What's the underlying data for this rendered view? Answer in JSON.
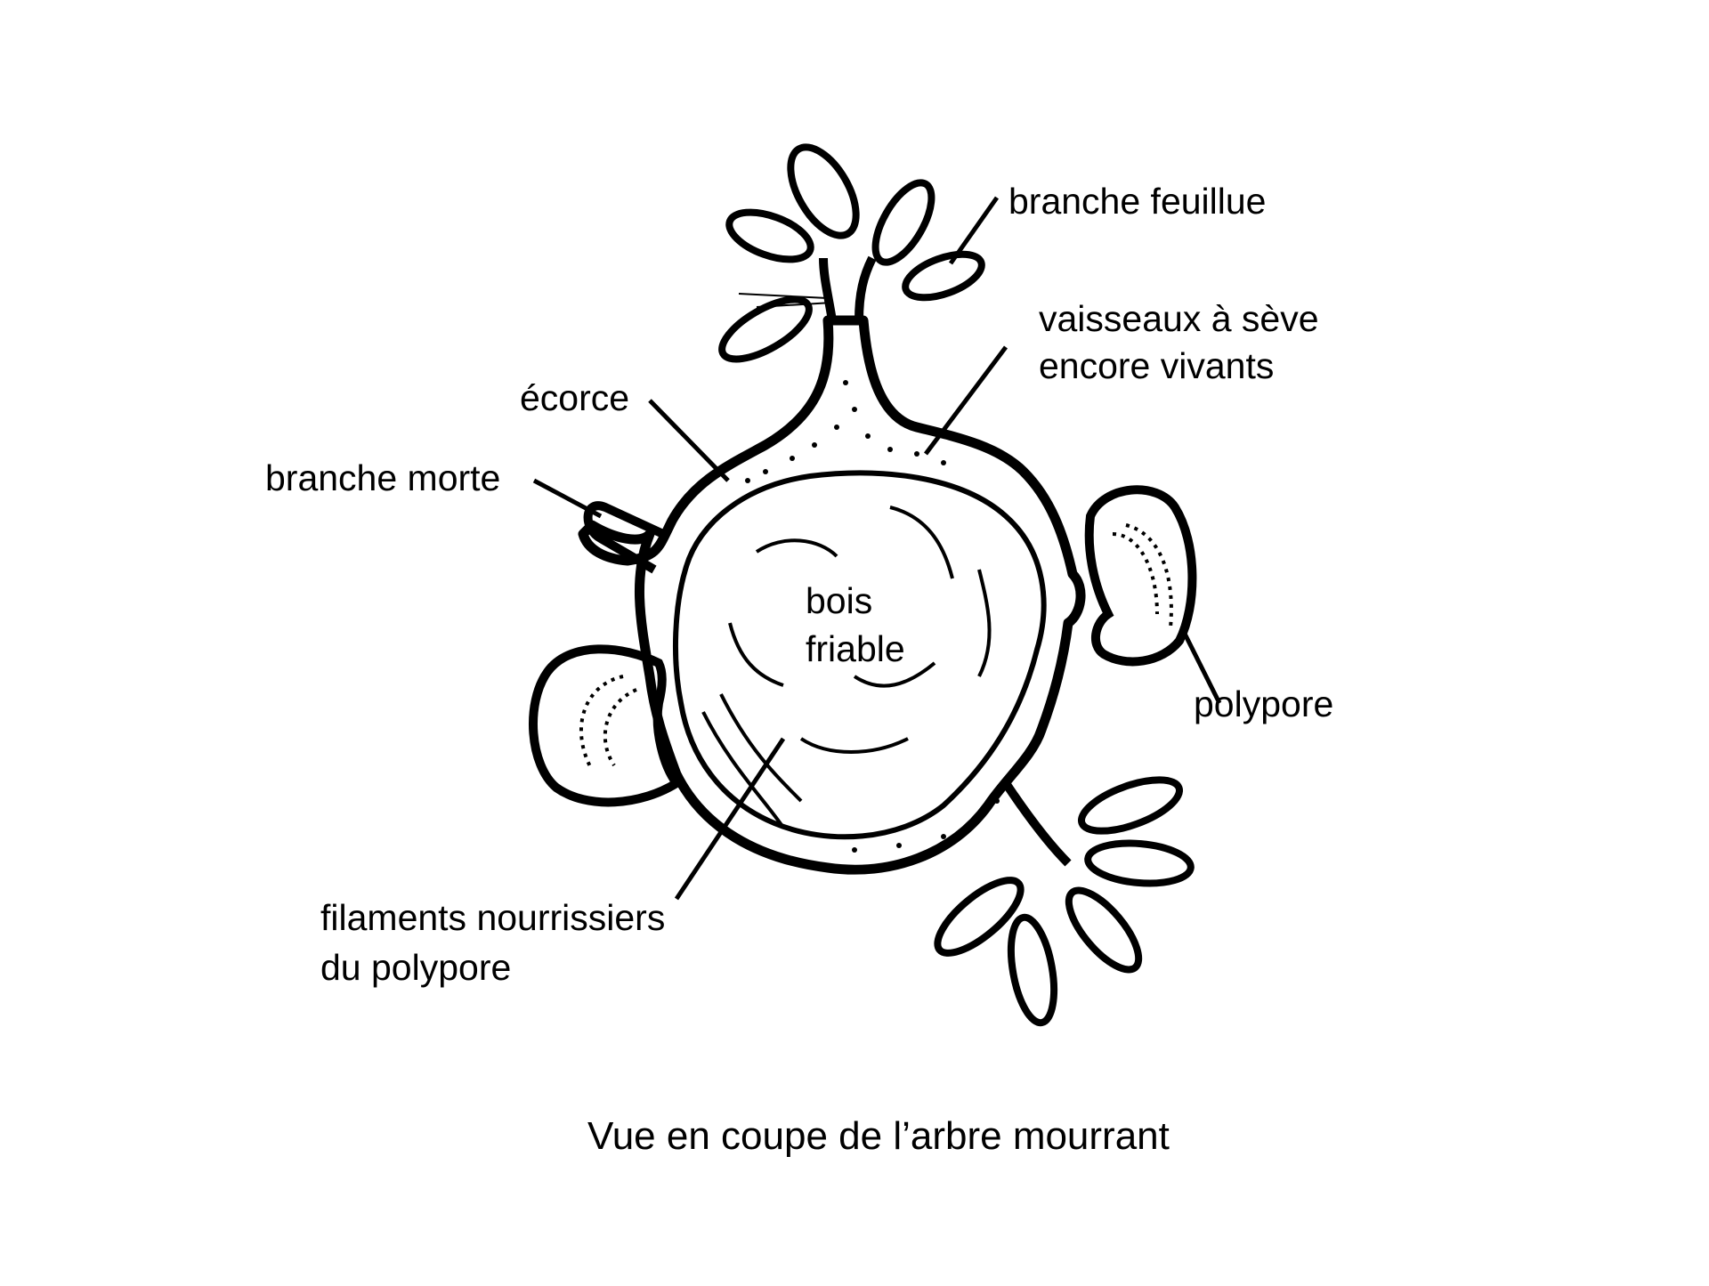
{
  "labels": {
    "branche_feuillue": "branche feuillue",
    "vaisseaux_line1": "vaisseaux à sève",
    "vaisseaux_line2": "encore vivants",
    "ecorce": "écorce",
    "branche_morte": "branche morte",
    "bois_line1": "bois",
    "bois_line2": "friable",
    "polypore": "polypore",
    "filaments_line1": "filaments nourrissiers",
    "filaments_line2": "du polypore"
  },
  "caption": "Vue en coupe de l’arbre mourrant",
  "colors": {
    "ink": "#000000",
    "paper": "#ffffff"
  }
}
